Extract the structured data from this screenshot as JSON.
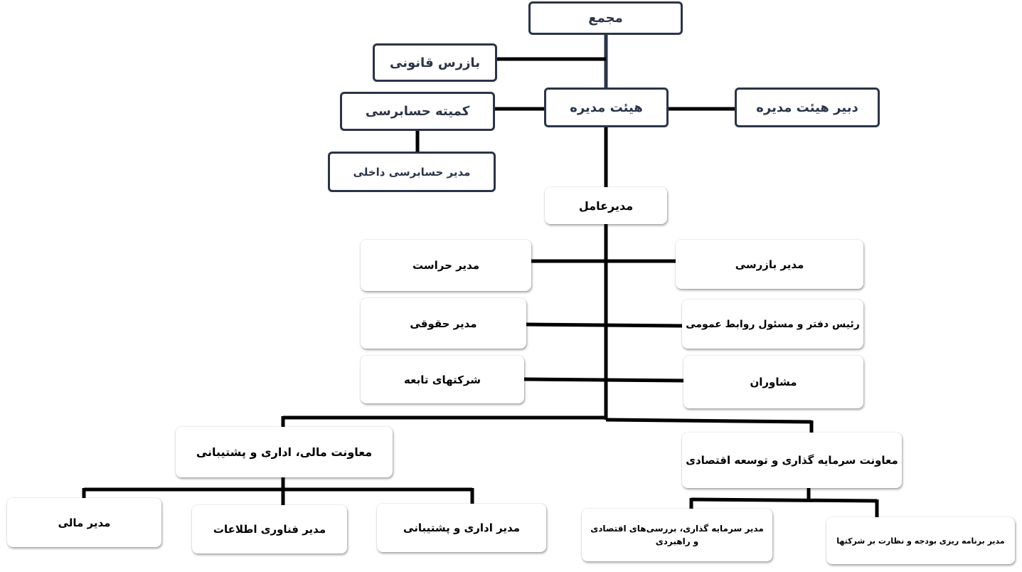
{
  "nodes": {
    "assembly": "مجمع",
    "legal_inspector": "بازرس قانونی",
    "audit_committee": "کمیته حسابرسی",
    "board": "هیئت مدیره",
    "board_secretary": "دبیر هیئت مدیره",
    "internal_audit_manager": "مدیر حسابرسی داخلی",
    "ceo": "مدیرعامل",
    "security_manager": "مدیر حراست",
    "inspection_manager": "مدیر بازرسی",
    "legal_manager": "مدیر حقوقی",
    "office_head_pr": "رئیس دفتر و مسئول روابط عمومی",
    "subsidiaries": "شرکتهای تابعه",
    "advisors": "مشاوران",
    "finance_admin_deputy": "معاونت مالی، اداری و پشتیبانی",
    "investment_deputy": "معاونت سرمایه گذاری و توسعه اقتصادی",
    "finance_manager": "مدیر مالی",
    "it_manager": "مدیر فناوری اطلاعات",
    "admin_support_manager": "مدیر اداری و پشتیبانی",
    "investment_studies_manager": "مدیر سرمایه گذاری، بررسی‌های اقتصادی و راهبردی",
    "budget_oversight_manager": "مدیر برنامه ریزی بودجه و نظارت بر شرکتها"
  },
  "colors": {
    "dark_border": "#2b3447",
    "connector": "#000000",
    "connector_top": "#2b3447"
  }
}
